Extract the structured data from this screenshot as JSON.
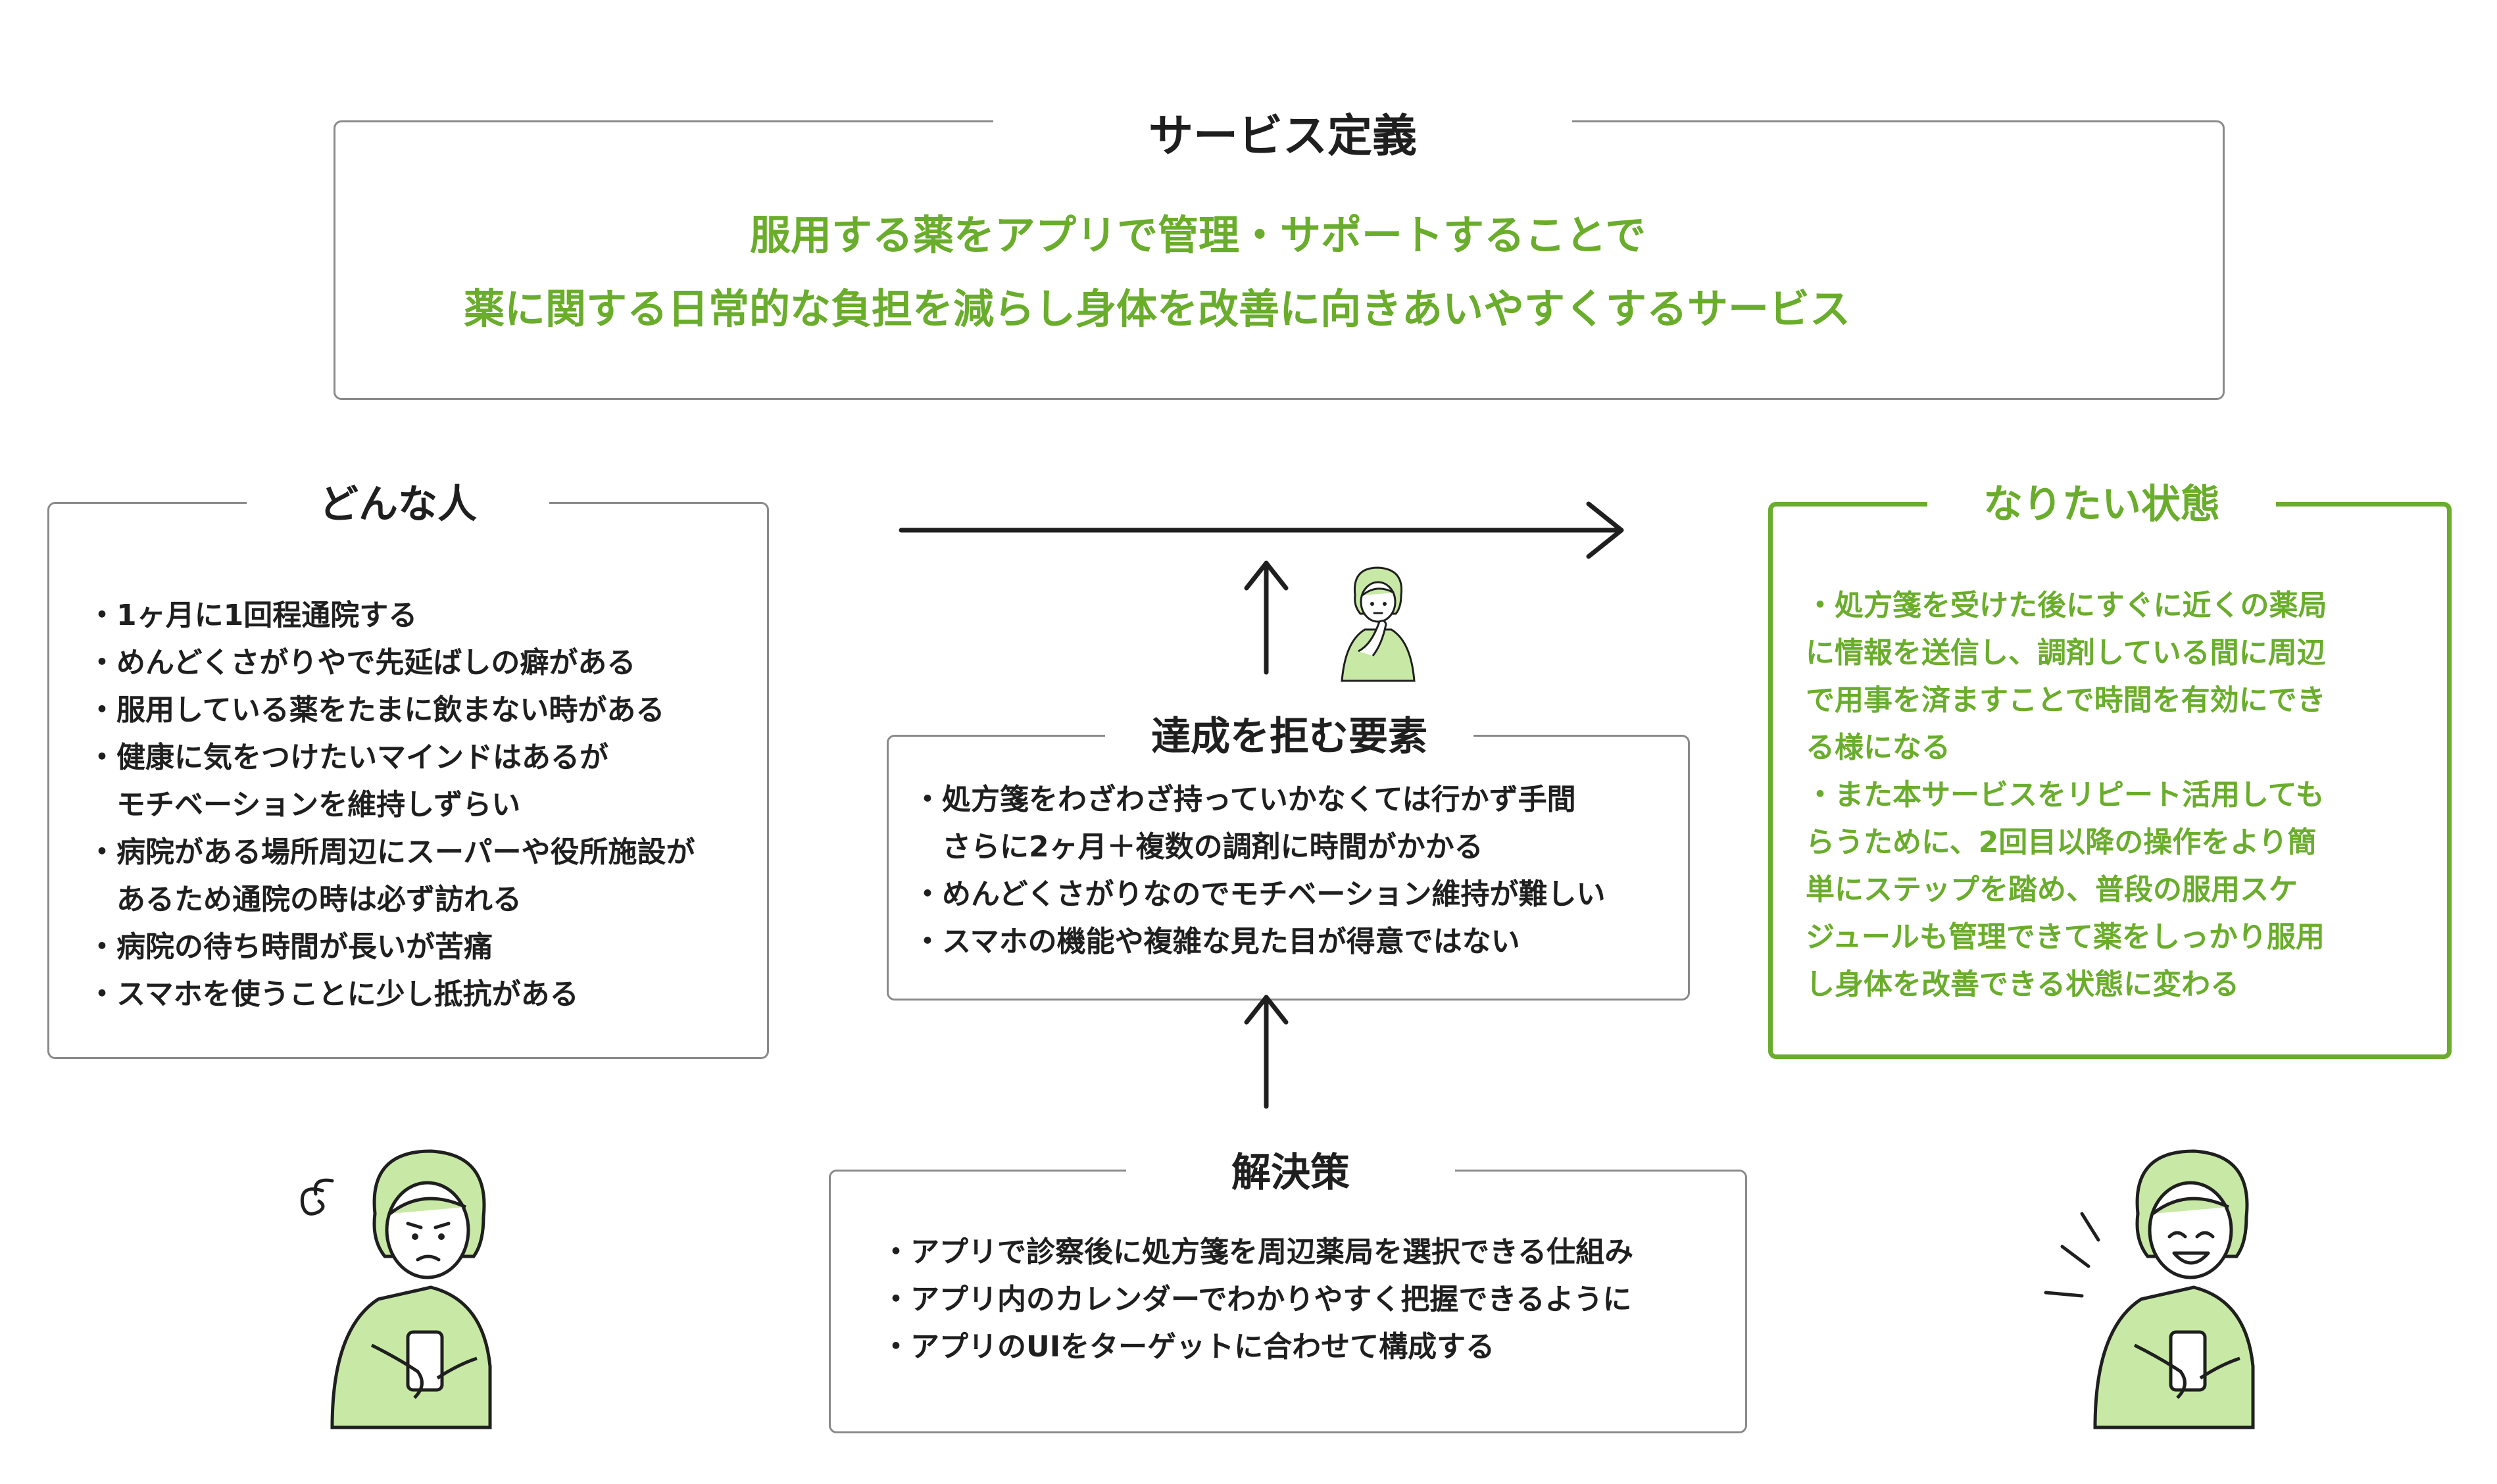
{
  "service": {
    "title": "サービス定義",
    "lines": [
      "服用する薬をアプリで管理・サポートすることで",
      "薬に関する日常的な負担を減らし身体を改善に向きあいやすくするサービス"
    ]
  },
  "person": {
    "title": "どんな人",
    "lines": [
      "・1ヶ月に1回程通院する",
      "・めんどくさがりやで先延ばしの癖がある",
      "・服用している薬をたまに飲まない時がある",
      "・健康に気をつけたいマインドはあるが",
      "　モチベーションを維持しずらい",
      "・病院がある場所周辺にスーパーや役所施設が",
      "　あるため通院の時は必ず訪れる",
      "・病院の待ち時間が長いが苦痛",
      "・スマホを使うことに少し抵抗がある"
    ]
  },
  "obstacle": {
    "title": "達成を拒む要素",
    "lines": [
      "・処方箋をわざわざ持っていかなくては行かず手間",
      "　さらに2ヶ月＋複数の調剤に時間がかかる",
      "・めんどくさがりなのでモチベーション維持が難しい",
      "・スマホの機能や複雑な見た目が得意ではない"
    ]
  },
  "goal": {
    "title": "なりたい状態",
    "lines": [
      "・処方箋を受けた後にすぐに近くの薬局",
      "に情報を送信し、調剤している間に周辺",
      "で用事を済ますことで時間を有効にでき",
      "る様になる",
      "・また本サービスをリピート活用しても",
      "らうために、2回目以降の操作をより簡",
      "単にステップを踏め、普段の服用スケ",
      "ジュールも管理できて薬をしっかり服用",
      "し身体を改善できる状態に変わる"
    ]
  },
  "solution": {
    "title": "解決策",
    "lines": [
      "・アプリで診察後に処方箋を周辺薬局を選択できる仕組み",
      "・アプリ内のカレンダーでわかりやすく把握できるように",
      "・アプリのUIをターゲットに合わせて構成する"
    ]
  },
  "colors": {
    "accent": "#6aad2c",
    "illustration_fill": "#c8e9a5",
    "border": "#8a8a8a"
  },
  "icons": {
    "worried_person": "worried-woman-with-phone-icon",
    "thinking_person": "thinking-woman-icon",
    "happy_person": "happy-woman-with-phone-icon",
    "arrow_right": "arrow-right-icon",
    "arrow_up": "arrow-up-icon"
  }
}
